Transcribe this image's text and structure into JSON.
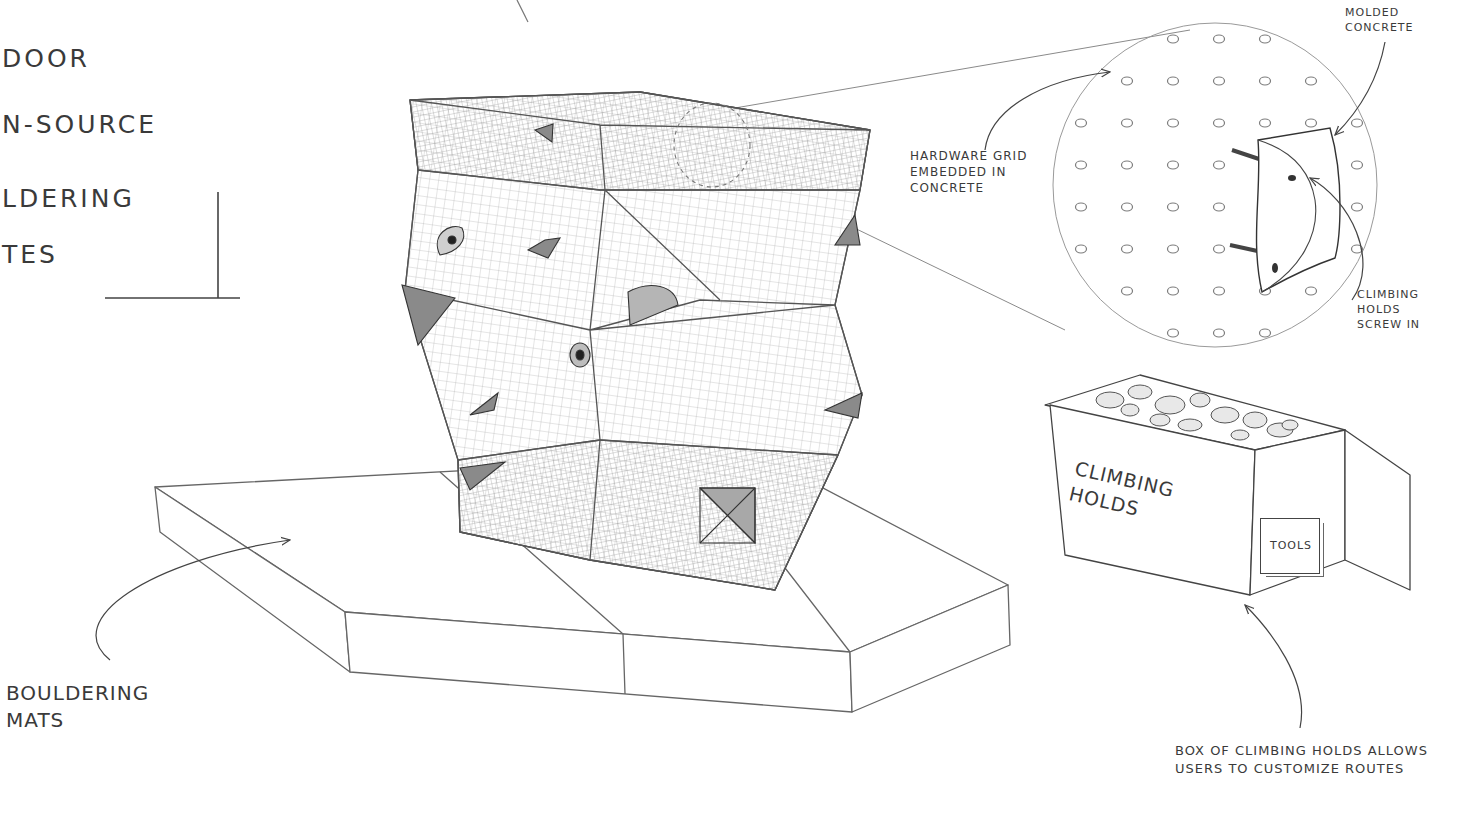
{
  "diagram": {
    "nodes": [
      {
        "text": [
          "CLIMBING HOLDS"
        ]
      },
      {
        "text": [
          "TOOLS"
        ],
        "in": 0
      }
    ],
    "labels": [
      "DOOR",
      "N-SOURCE",
      "LDERING",
      "TES",
      "HARDWARE GRID EMBEDDED IN CONCRETE",
      "MOLDED CONCRETE",
      "CLIMBING HOLDS SCREW IN",
      "BOULDERING MATS",
      "BOX OF CLIMBING HOLDS ALLOWS USERS TO CUSTOMIZE ROUTES"
    ]
  }
}
